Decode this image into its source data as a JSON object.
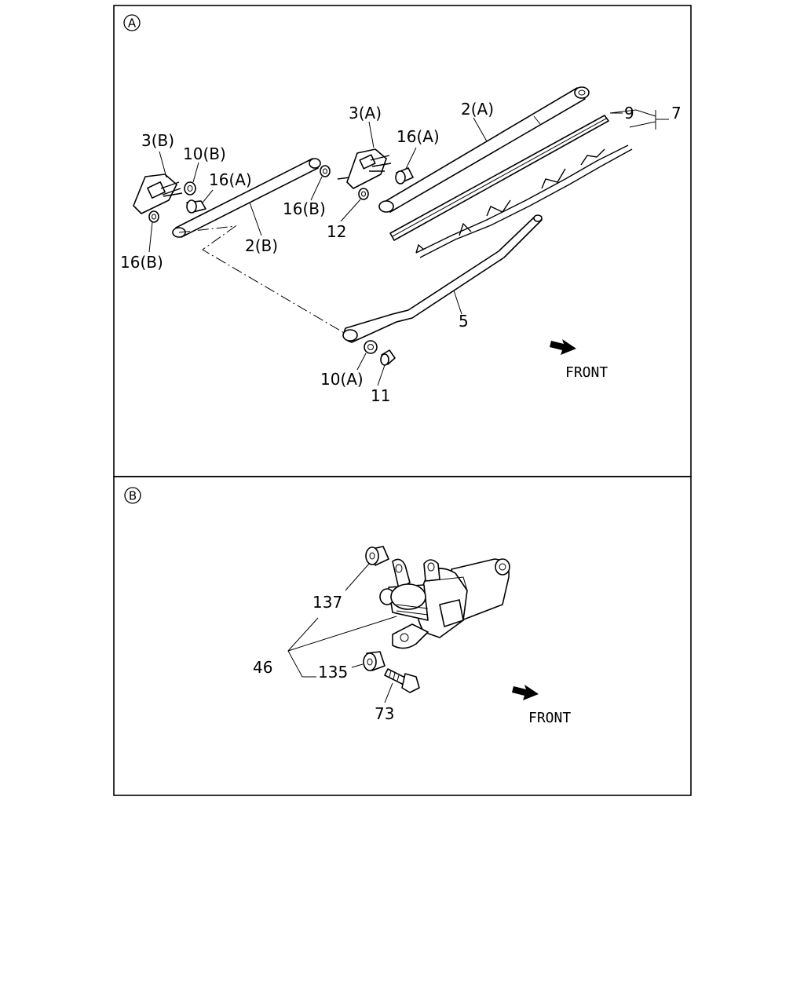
{
  "panels": [
    {
      "marker": "A",
      "labels": [
        "3(B)",
        "10(B)",
        "16(A)",
        "16(B)",
        "2(B)",
        "3(A)",
        "16(A)",
        "2(A)",
        "9",
        "7",
        "16(B)",
        "12",
        "5",
        "10(A)",
        "11"
      ],
      "front_text": "FRONT"
    },
    {
      "marker": "B",
      "labels": [
        "137",
        "46",
        "135",
        "73"
      ],
      "front_text": "FRONT"
    }
  ]
}
